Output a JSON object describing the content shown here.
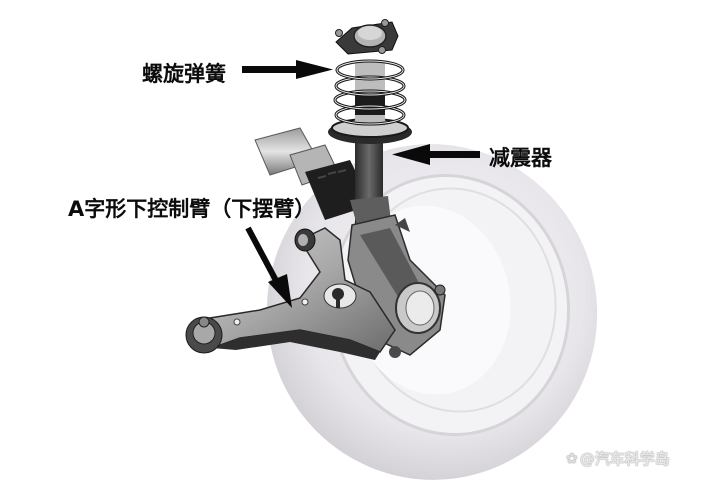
{
  "diagram": {
    "subject": "MacPherson strut front suspension",
    "labels": {
      "coil_spring": "螺旋弹簧",
      "shock_absorber": "减震器",
      "lower_control_arm": "A字形下控制臂（下摆臂）"
    },
    "watermark": {
      "icon": "platform-logo-icon",
      "text": "@汽车科学岛"
    },
    "colors": {
      "background": "#ffffff",
      "text": "#0c0c0c",
      "arrow": "#0a0a0a",
      "tire": "#e9e7ea",
      "metal": "#b9b9b9",
      "dark_metal": "#3a3a3a"
    }
  }
}
